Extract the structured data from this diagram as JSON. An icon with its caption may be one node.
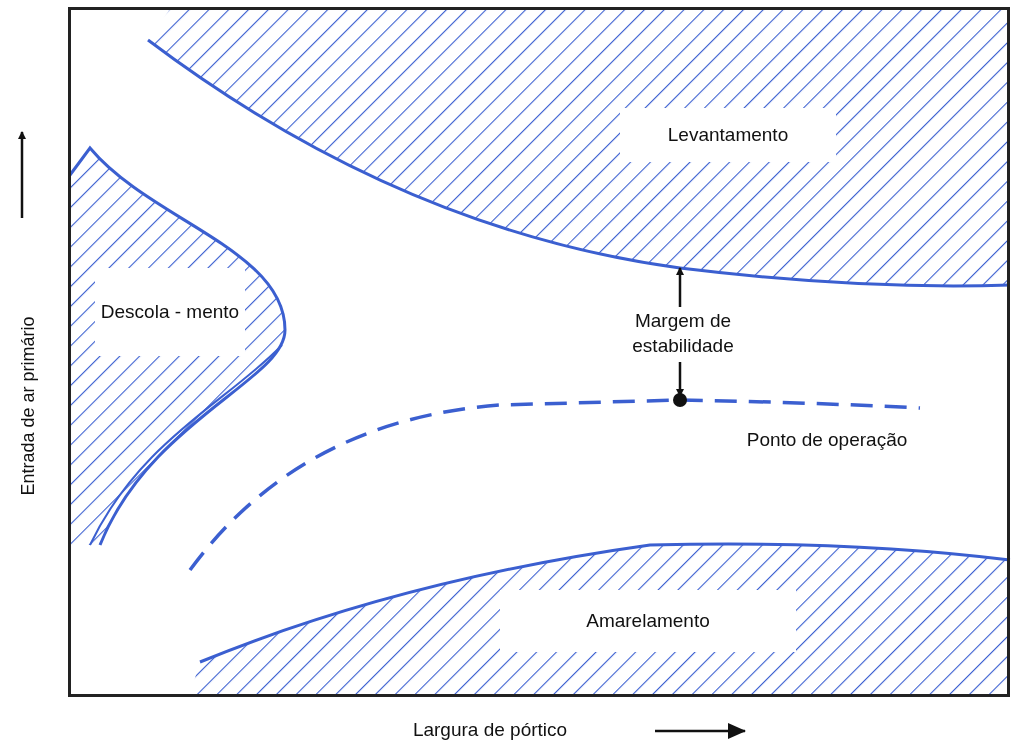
{
  "diagram": {
    "nodes": [
      {
        "text": [
          "Levantamento"
        ]
      },
      {
        "text": [
          "Descola - mento"
        ]
      },
      {
        "text": [
          "Amarelamento"
        ]
      }
    ],
    "labels": [
      "Margem de estabilidade",
      "Ponto de operação",
      "Entrada de ar primário",
      "Largura de pórtico"
    ]
  }
}
